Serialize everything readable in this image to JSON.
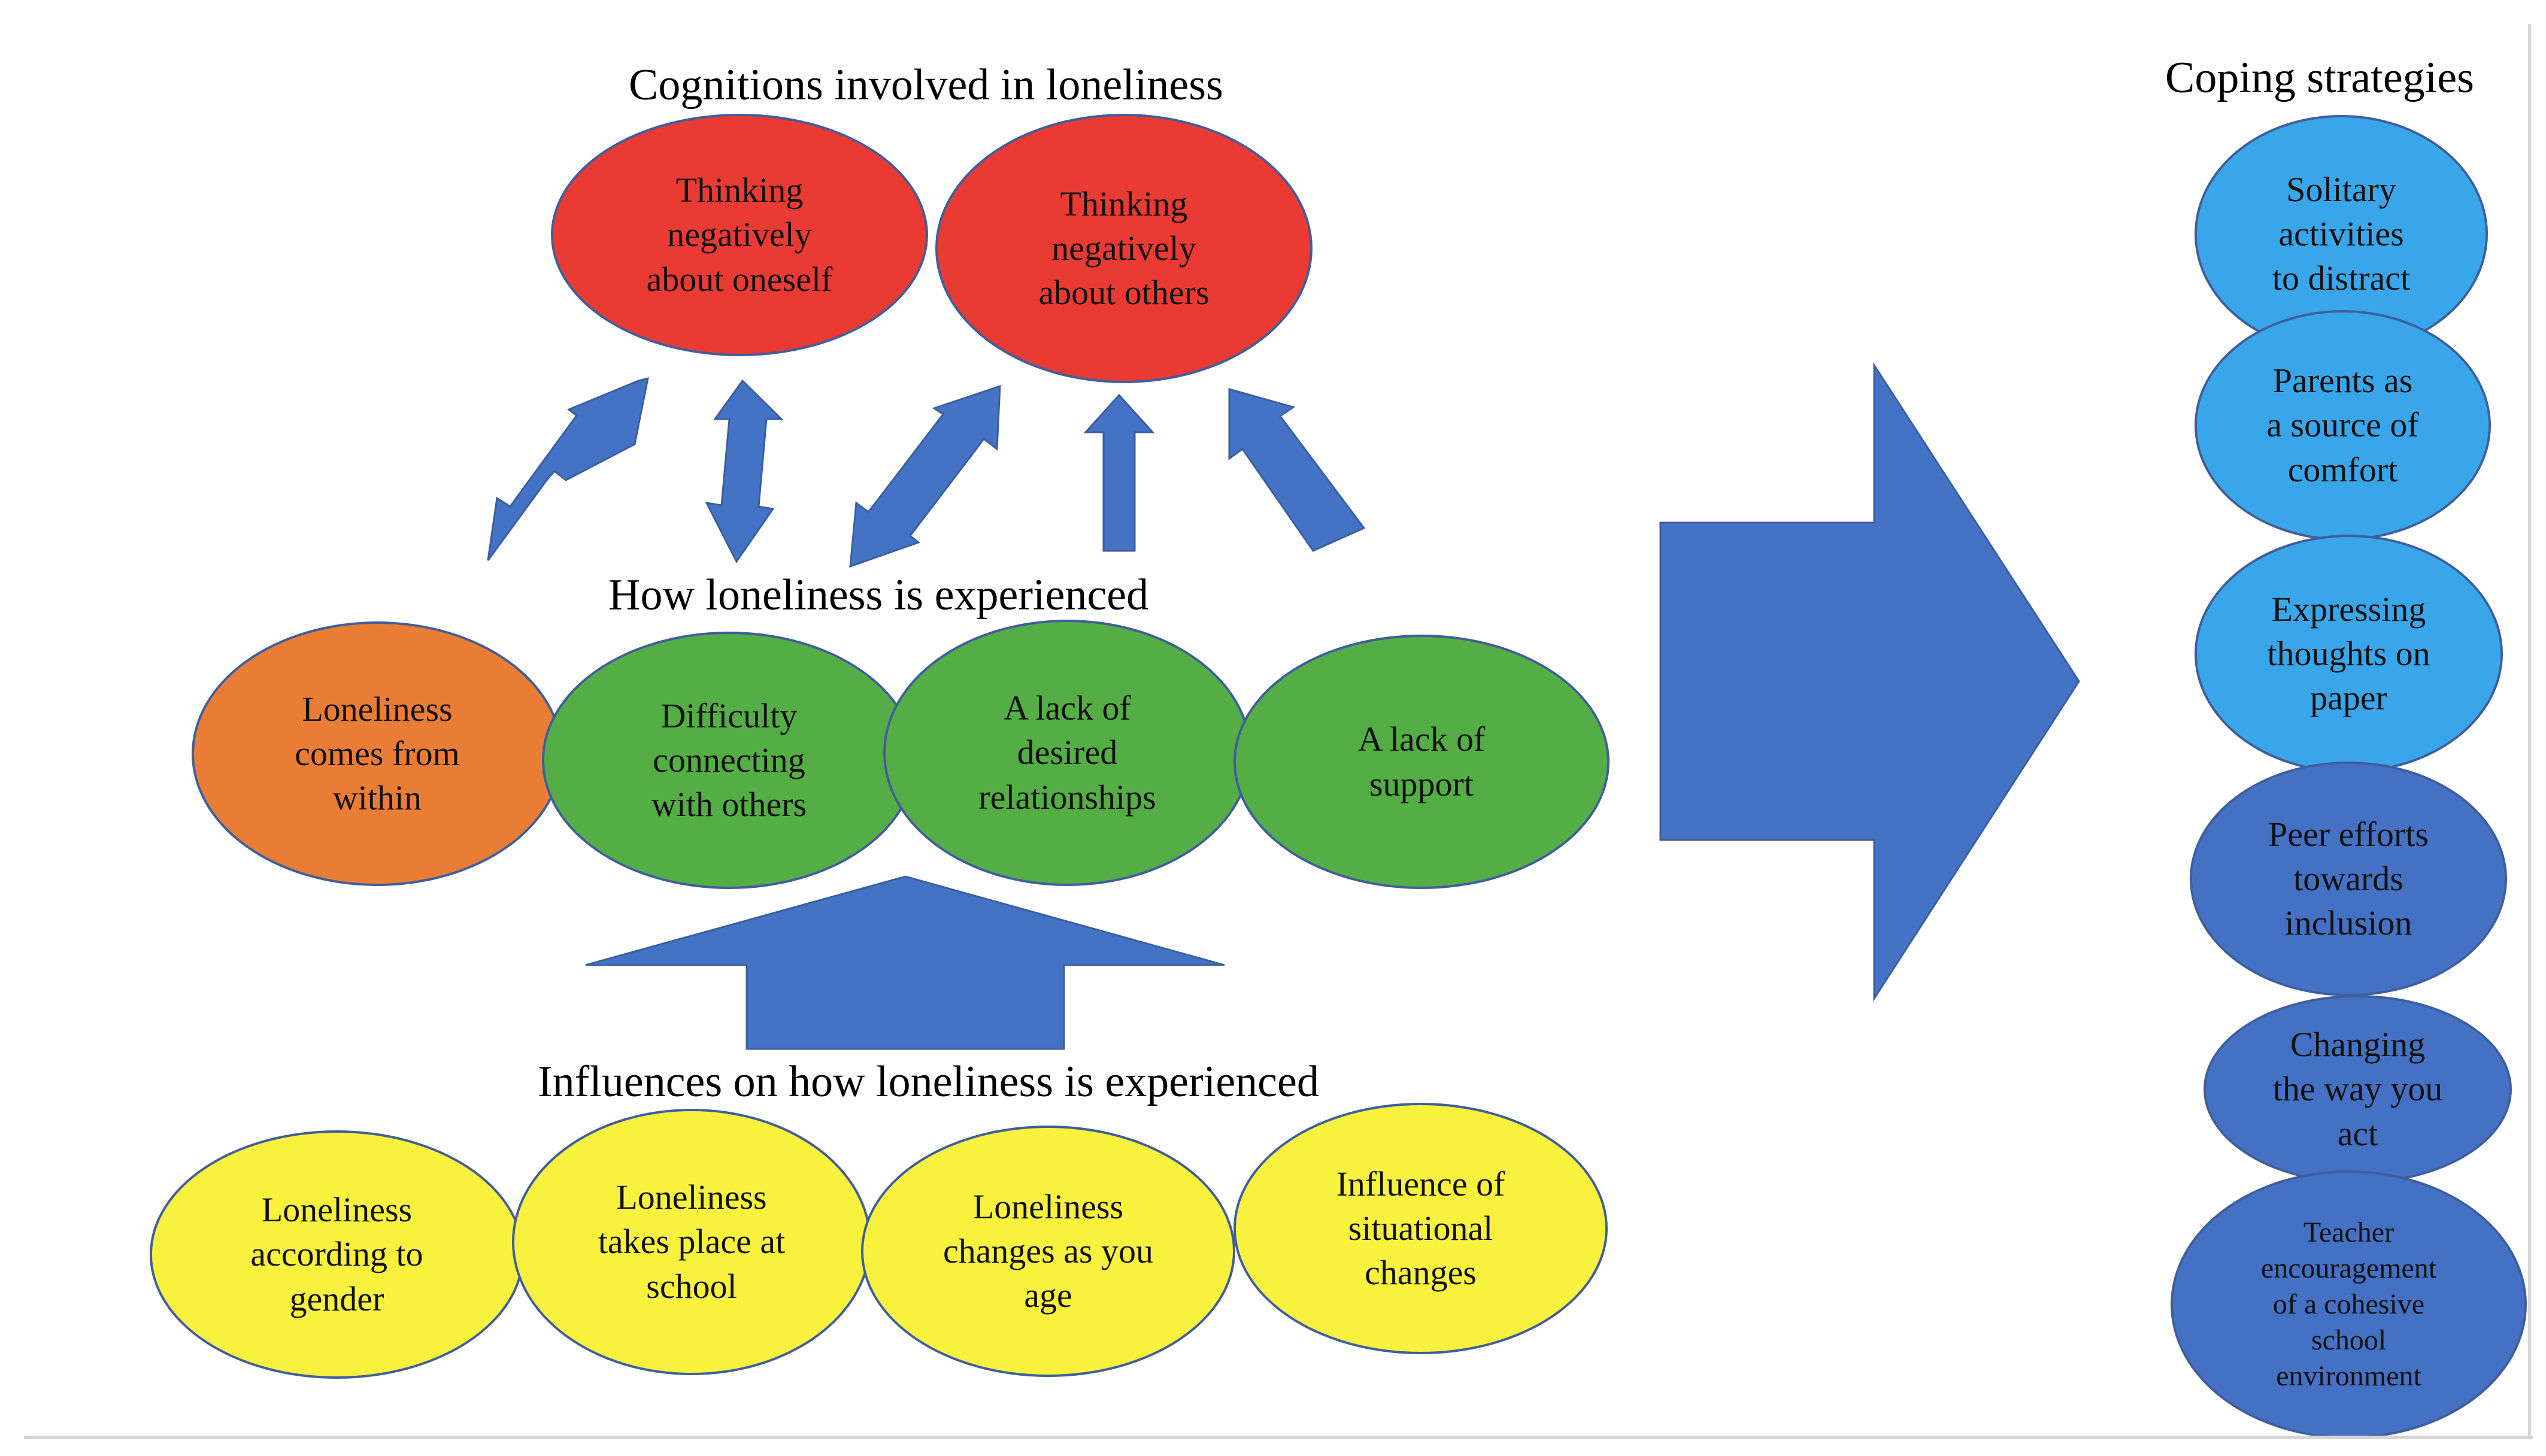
{
  "colors": {
    "arrow": "#4472c4",
    "red": "#e93a33",
    "orange": "#ea7d35",
    "green": "#55ad45",
    "yellow": "#f8f23e",
    "light_blue": "#3aa6ea",
    "dark_blue": "#4471c4"
  },
  "cognitions": {
    "title": "Cognitions involved in loneliness",
    "items": [
      "Thinking\nnegatively\nabout oneself",
      "Thinking\nnegatively\nabout others"
    ]
  },
  "experienced": {
    "title": "How loneliness is experienced",
    "items": [
      "Loneliness\ncomes from\nwithin",
      "Difficulty\nconnecting\nwith others",
      "A lack of\ndesired\nrelationships",
      "A lack of\nsupport"
    ]
  },
  "influences": {
    "title": "Influences on how loneliness is experienced",
    "items": [
      "Loneliness\naccording to\ngender",
      "Loneliness\ntakes place at\nschool",
      "Loneliness\nchanges as you\nage",
      "Influence of\nsituational\nchanges"
    ]
  },
  "coping": {
    "title": "Coping strategies",
    "items": [
      "Solitary\nactivities\nto distract",
      "Parents as\na source of\ncomfort",
      "Expressing\nthoughts on\npaper",
      "Peer efforts\ntowards\ninclusion",
      "Changing\nthe way you\nact",
      "Teacher\nencouragement\nof a cohesive\nschool\nenvironment"
    ]
  }
}
